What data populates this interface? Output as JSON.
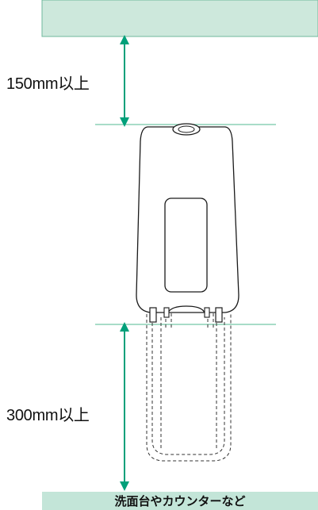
{
  "labels": {
    "top_clearance": "150mm以上",
    "bottom_clearance": "300mm以上",
    "counter": "洗面台やカウンターなど"
  },
  "colors": {
    "ceiling_fill": "#cde8dc",
    "ceiling_stroke": "#6fb89c",
    "guide_line": "#73c7a6",
    "arrow": "#00a07a",
    "counter_fill": "#c3e5d8",
    "device_stroke": "#1a1a1a",
    "ghost_stroke": "#333333"
  }
}
